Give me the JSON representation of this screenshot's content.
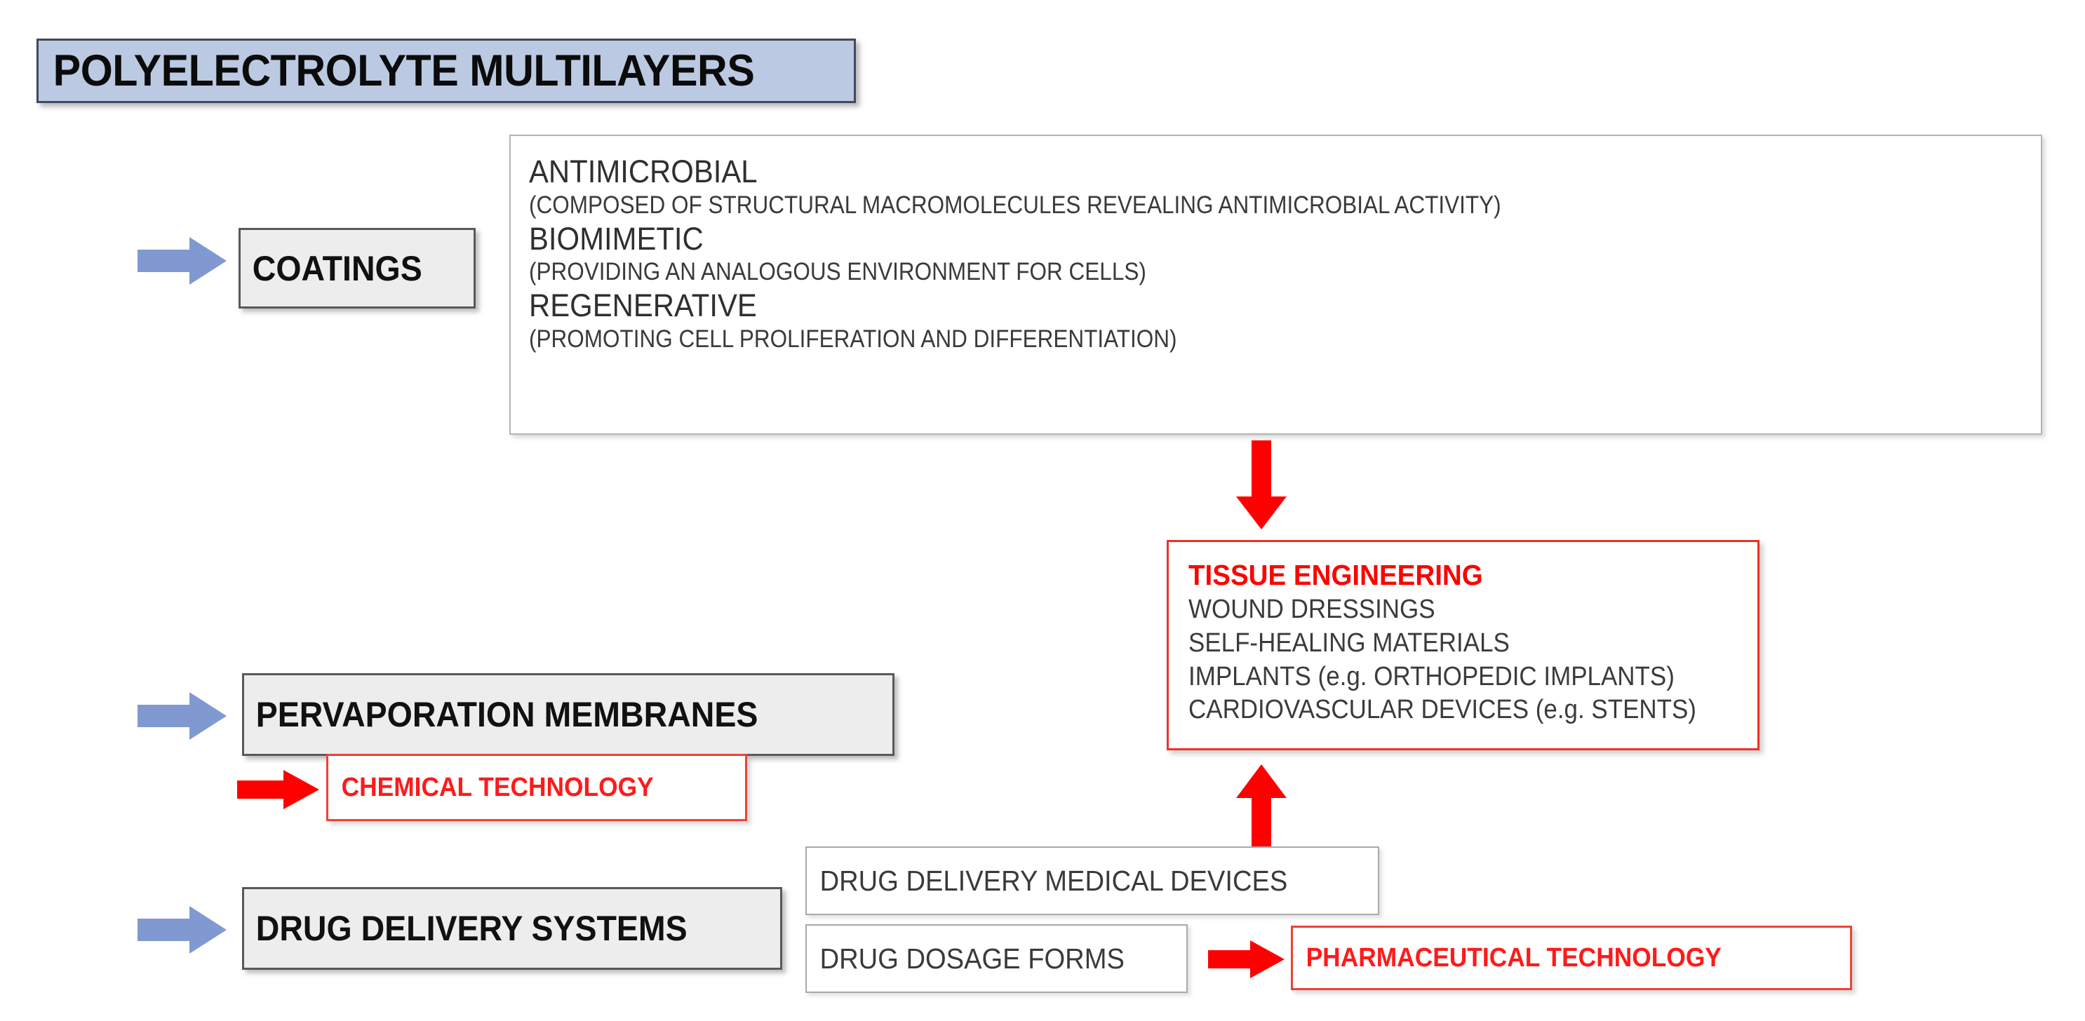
{
  "title": {
    "text": "POLYELECTROLYTE MULTILAYERS"
  },
  "branches": [
    {
      "key": "coatings",
      "label": "COATINGS",
      "arrow_icon": "blue-right-arrow-icon"
    },
    {
      "key": "pervaporation",
      "label": "PERVAPORATION MEMBRANES",
      "arrow_icon": "blue-right-arrow-icon"
    },
    {
      "key": "drug_delivery",
      "label": "DRUG DELIVERY SYSTEMS",
      "arrow_icon": "blue-right-arrow-icon"
    }
  ],
  "coatings_description": {
    "entries": [
      {
        "heading": "ANTIMICROBIAL",
        "detail": "(COMPOSED OF STRUCTURAL MACROMOLECULES REVEALING ANTIMICROBIAL ACTIVITY)"
      },
      {
        "heading": "BIOMIMETIC",
        "detail": "(PROVIDING AN ANALOGOUS ENVIRONMENT FOR CELLS)"
      },
      {
        "heading": "REGENERATIVE",
        "detail": "(PROMOTING CELL PROLIFERATION AND DIFFERENTIATION)"
      }
    ]
  },
  "tissue_engineering": {
    "title": "TISSUE ENGINEERING",
    "items": [
      "WOUND DRESSINGS",
      "SELF-HEALING MATERIALS",
      "IMPLANTS (e.g. ORTHOPEDIC IMPLANTS)",
      "CARDIOVASCULAR DEVICES (e.g. STENTS)"
    ]
  },
  "outcomes": {
    "chemical_technology": "CHEMICAL TECHNOLOGY",
    "pharmaceutical_technology": "PHARMACEUTICAL TECHNOLOGY"
  },
  "drug_delivery_outputs": [
    "DRUG DELIVERY MEDICAL DEVICES",
    "DRUG DOSAGE FORMS"
  ],
  "arrows": {
    "down_to_tissue": "red-down-arrow-icon",
    "up_to_tissue": "red-up-arrow-icon",
    "to_chemical_technology": "red-right-arrow-icon",
    "to_pharmaceutical_technology": "red-right-arrow-icon"
  },
  "colors": {
    "title_fill": "#bcc9e2",
    "title_border": "#404a5c",
    "blue_arrow": "#8099d0",
    "red_accent": "#ff0000",
    "red_border": "#ef4136",
    "gray_box_fill": "#ededed",
    "gray_box_border": "#58595b",
    "body_text": "#3a3a3a"
  }
}
